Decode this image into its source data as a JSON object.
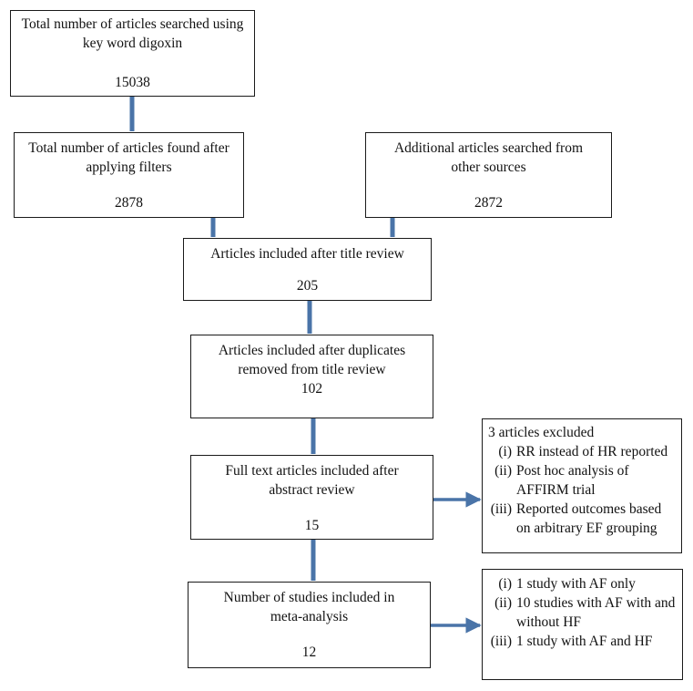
{
  "nodes": {
    "searched": {
      "lines": [
        "Total number of articles searched using",
        "key word digoxin"
      ],
      "count": "15038"
    },
    "filtered": {
      "lines": [
        "Total number of articles found after",
        "applying filters"
      ],
      "count": "2878"
    },
    "additional": {
      "lines": [
        "Additional articles searched from",
        "other sources"
      ],
      "count": "2872"
    },
    "title_review": {
      "lines": [
        "Articles included after title review"
      ],
      "count": "205"
    },
    "duplicates_removed": {
      "lines": [
        "Articles included after duplicates",
        "removed from title review"
      ],
      "count": "102"
    },
    "full_text": {
      "lines": [
        "Full text articles included after",
        "abstract review"
      ],
      "count": "15"
    },
    "excluded": {
      "heading": "3 articles excluded",
      "items": [
        {
          "marker": "(i)",
          "lines": [
            "RR instead of HR reported"
          ]
        },
        {
          "marker": "(ii)",
          "lines": [
            "Post hoc analysis of",
            "AFFIRM trial"
          ]
        },
        {
          "marker": "(iii)",
          "lines": [
            "Reported outcomes based",
            "on arbitrary EF grouping"
          ]
        }
      ]
    },
    "meta_analysis": {
      "lines": [
        "Number of studies included in",
        "meta-analysis"
      ],
      "count": "12"
    },
    "study_breakdown": {
      "items": [
        {
          "marker": "(i)",
          "lines": [
            "1 study with AF only"
          ]
        },
        {
          "marker": "(ii)",
          "lines": [
            "10 studies with AF with and",
            "without HF"
          ]
        },
        {
          "marker": "(iii)",
          "lines": [
            "1 study with AF and HF"
          ]
        }
      ]
    }
  },
  "colors": {
    "arrow": "#4a74a8",
    "border": "#1a1a1a",
    "text": "#111111"
  }
}
